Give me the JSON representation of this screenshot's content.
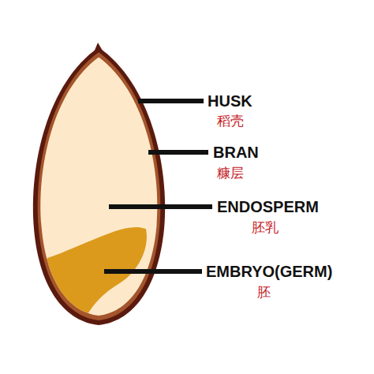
{
  "diagram": {
    "labels": [
      "HUSK",
      "稻壳",
      "BRAN",
      "糠层",
      "ENDOSPERM",
      "胚乳",
      "EMBRYO(GERM)",
      "胚"
    ]
  }
}
